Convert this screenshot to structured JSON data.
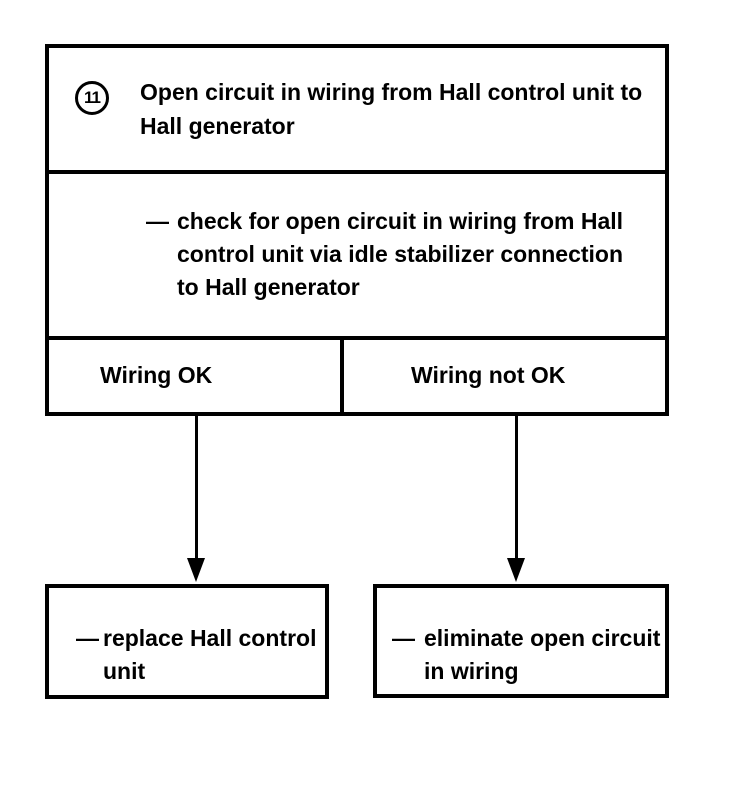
{
  "diagram": {
    "colors": {
      "ink": "#000000",
      "paper": "#ffffff"
    },
    "step": {
      "badge": "11",
      "title_lines": [
        "Open circuit in wiring from Hall control unit to",
        "Hall generator"
      ]
    },
    "check": {
      "bullet": "—",
      "lines": [
        "check for open circuit in wiring from Hall",
        "control unit via idle stabilizer connection",
        "to Hall generator"
      ]
    },
    "outcomes": {
      "ok": {
        "label": "Wiring OK"
      },
      "not_ok": {
        "label": "Wiring not OK"
      }
    },
    "actions": {
      "ok": {
        "bullet": "—",
        "lines": [
          "replace Hall control",
          "unit"
        ]
      },
      "not_ok": {
        "bullet": "—",
        "lines": [
          "eliminate open circuit",
          "in wiring"
        ]
      }
    }
  }
}
